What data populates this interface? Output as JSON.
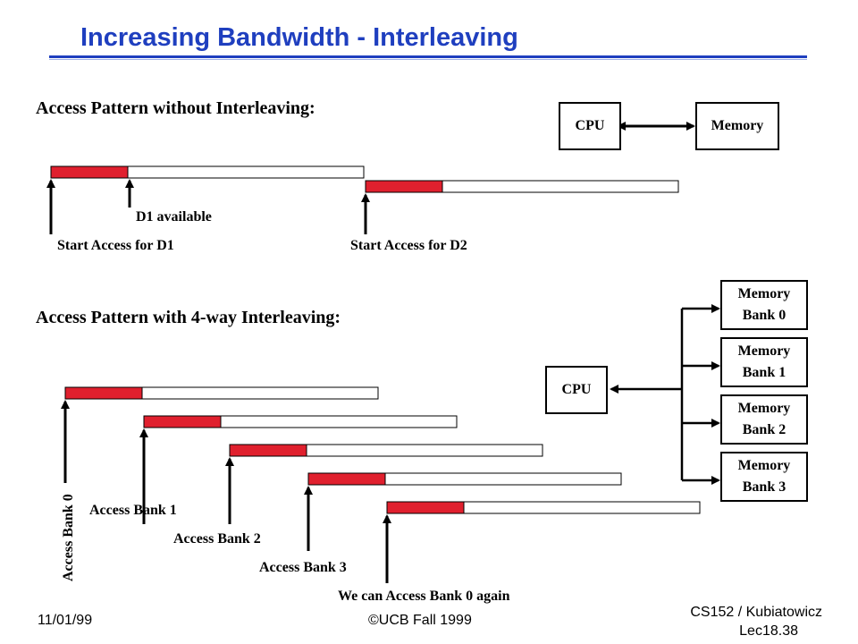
{
  "title": "Increasing Bandwidth - Interleaving",
  "colors": {
    "title": "#1f3fbf",
    "access_segment": "#e0202e",
    "outline": "#000000"
  },
  "section_no_interleave": {
    "heading": "Access Pattern without Interleaving:",
    "cpu_label": "CPU",
    "memory_label": "Memory",
    "label_d1_available": "D1 available",
    "label_start_d1": "Start Access for D1",
    "label_start_d2": "Start Access for D2"
  },
  "section_interleave": {
    "heading": "Access Pattern with 4-way Interleaving:",
    "cpu_label": "CPU",
    "banks": [
      {
        "line1": "Memory",
        "line2": "Bank 0"
      },
      {
        "line1": "Memory",
        "line2": "Bank 1"
      },
      {
        "line1": "Memory",
        "line2": "Bank 2"
      },
      {
        "line1": "Memory",
        "line2": "Bank 3"
      }
    ],
    "label_bank0": "Access Bank 0",
    "label_bank1": "Access Bank 1",
    "label_bank2": "Access Bank 2",
    "label_bank3": "Access Bank 3",
    "label_again": "We can Access Bank 0 again"
  },
  "footer": {
    "date": "11/01/99",
    "copyright": "©UCB Fall 1999",
    "course": "CS152 / Kubiatowicz",
    "lecture": "Lec18.38"
  }
}
